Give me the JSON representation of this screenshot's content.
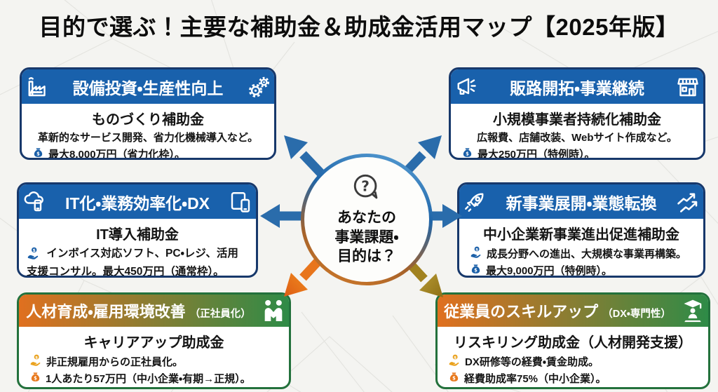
{
  "title": "目的で選ぶ！主要な補助金＆助成金活用マップ【2025年版】",
  "center": {
    "icon": "question-bubble-icon",
    "line1": "あなたの",
    "line2": "事業課題・",
    "line3": "目的は？"
  },
  "cards": {
    "equipment": {
      "category": "設備投資・生産性向上",
      "left_icon": "factory-icon",
      "right_icon": "gears-icon",
      "name": "ものづくり補助金",
      "desc": "革新的なサービス開発、省力化機械導入など。",
      "amount": "最大8,000万円（省力化枠）。"
    },
    "sales": {
      "category": "販路開拓・事業継続",
      "left_icon": "megaphone-icon",
      "right_icon": "storefront-icon",
      "name": "小規模事業者持続化補助金",
      "desc": "広報費、店舗改装、Webサイト作成など。",
      "amount": "最大250万円（特例時）。"
    },
    "it": {
      "category": "IT化・業務効率化・DX",
      "left_icon": "cloud-device-icon",
      "right_icon": "tablet-phone-icon",
      "name": "IT導入補助金",
      "desc": "インボイス対応ソフト、PC・レジ、活用支援コンサル。最大450万円（通常枠）。"
    },
    "newbiz": {
      "category": "新事業展開・業態転換",
      "left_icon": "rocket-icon",
      "right_icon": "growth-arrows-icon",
      "name": "中小企業新事業進出促進補助金",
      "desc": "成長分野への進出、大規模な事業再構築。",
      "amount": "最大9,000万円（特例時）。"
    },
    "career": {
      "category": "人材育成・雇用環境改善",
      "category_note": "（正社員化）",
      "right_icon": "handshake-people-icon",
      "name": "キャリアアップ助成金",
      "desc": "非正規雇用からの正社員化。",
      "amount": "1人あたり57万円（中小企業・有期→正規）。"
    },
    "reskill": {
      "category": "従業員のスキルアップ",
      "category_note": "（DX・専門性）",
      "right_icon": "graduate-icon",
      "name": "リスキリング助成金（人材開発支援）",
      "desc": "DX研修等の経費・賃金助成。",
      "amount": "経費助成率75%（中小企業）。"
    }
  },
  "icons": {
    "money_line_icons": [
      "hand-coin-icon",
      "money-bag-icon"
    ],
    "center": "question-bubble-icon"
  },
  "colors": {
    "background": "#f4f4f1",
    "header_blue": "#1961ac",
    "border_navy": "#17386b",
    "border_green": "#23713c",
    "header_gradient_left": "#e0701f",
    "header_gradient_right": "#2e8b47",
    "arrow_blue": "#2a6cab",
    "arrow_orange": "#e8751c",
    "arrow_gold": "#a1821f",
    "icon_blue": "#1a5fa8",
    "icon_gold": "#eaa21e",
    "icon_orange": "#e8791d"
  }
}
